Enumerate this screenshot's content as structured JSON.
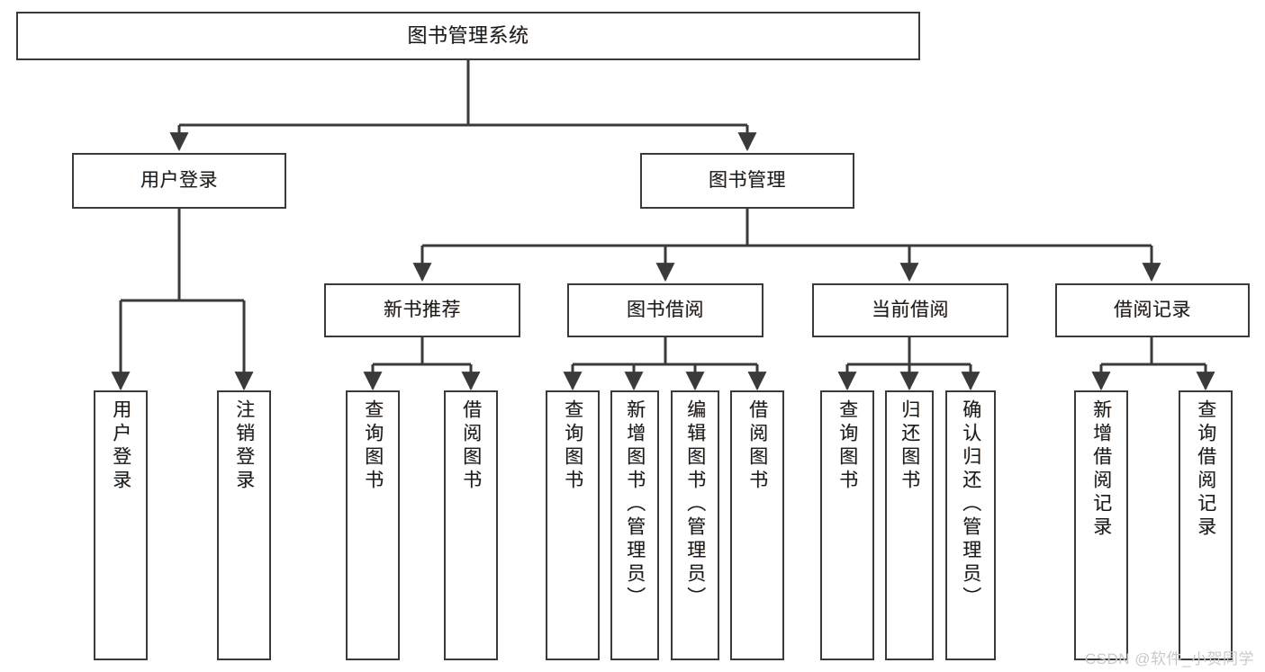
{
  "diagram": {
    "title": "图书管理系统",
    "type": "tree",
    "watermark": "CSDN @软件_小贺同学",
    "colors": {
      "box_border": "#3a3a3a",
      "box_fill": "#ffffff",
      "connector": "#3a3a3a",
      "text": "#1b1b1b",
      "watermark": "#c9c9c9"
    },
    "levels": {
      "root": {
        "label": "图书管理系统"
      },
      "level2": [
        {
          "label": "用户登录"
        },
        {
          "label": "图书管理"
        }
      ],
      "level3": [
        {
          "label": "新书推荐"
        },
        {
          "label": "图书借阅"
        },
        {
          "label": "当前借阅"
        },
        {
          "label": "借阅记录"
        }
      ]
    },
    "leaves": {
      "user_login": [
        {
          "label": "用户登录"
        },
        {
          "label": "注销登录"
        }
      ],
      "new_book_recommend": [
        {
          "label": "查询图书"
        },
        {
          "label": "借阅图书"
        }
      ],
      "book_borrow": [
        {
          "label": "查询图书"
        },
        {
          "label": "新增图书（管理员）"
        },
        {
          "label": "编辑图书（管理员）"
        },
        {
          "label": "借阅图书"
        }
      ],
      "current_borrow": [
        {
          "label": "查询图书"
        },
        {
          "label": "归还图书"
        },
        {
          "label": "确认归还（管理员）"
        }
      ],
      "borrow_record": [
        {
          "label": "新增借阅记录"
        },
        {
          "label": "查询借阅记录"
        }
      ]
    }
  }
}
